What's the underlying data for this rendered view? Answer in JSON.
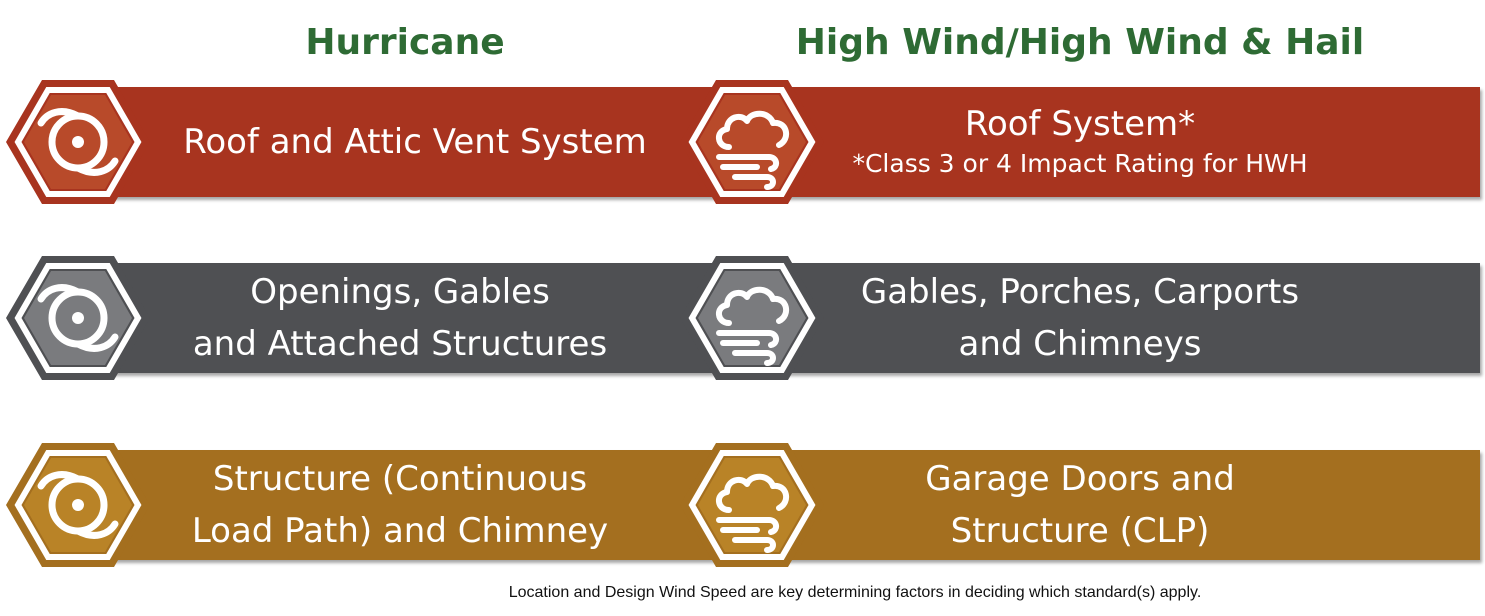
{
  "headers": {
    "hurricane": "Hurricane",
    "high_wind": "High Wind/High Wind & Hail"
  },
  "rows": [
    {
      "color": "#a8341f",
      "hex_color": "#b84a2a",
      "left_lines": [
        "Roof and Attic Vent System"
      ],
      "right_lines": [
        "Roof System*"
      ],
      "right_note": "*Class 3 or 4 Impact Rating for HWH"
    },
    {
      "color": "#4f5053",
      "hex_color": "#7a7b7e",
      "left_lines": [
        "Openings, Gables",
        "and Attached Structures"
      ],
      "right_lines": [
        "Gables, Porches, Carports",
        "and Chimneys"
      ],
      "right_note": ""
    },
    {
      "color": "#a46f1f",
      "hex_color": "#b98327",
      "left_lines": [
        "Structure (Continuous",
        "Load Path) and Chimney"
      ],
      "right_lines": [
        "Garage Doors and",
        "Structure (CLP)"
      ],
      "right_note": ""
    }
  ],
  "icons": {
    "left": "hurricane-icon",
    "right": "wind-cloud-icon"
  },
  "footnote": "Location and Design Wind Speed are key determining factors in deciding which standard(s) apply."
}
